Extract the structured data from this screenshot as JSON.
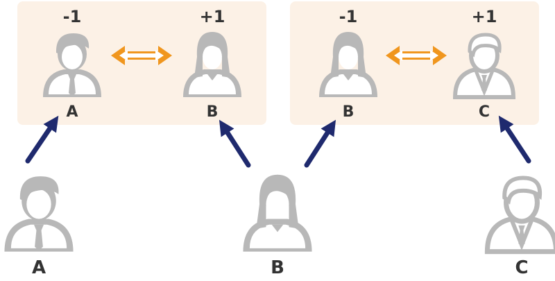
{
  "colors": {
    "panel": "#fcf1e6",
    "person_fill": "#b8b8b8",
    "person_outline": "#b8b8b8",
    "swap_arrow": "#f0961e",
    "pointer_arrow": "#1f2a6e",
    "text": "#333333"
  },
  "pairs": [
    {
      "left": {
        "score": "-1",
        "label": "A",
        "icon": "man-icon"
      },
      "right": {
        "score": "+1",
        "label": "B",
        "icon": "woman-icon"
      },
      "swap_icon": "double-arrow-icon"
    },
    {
      "left": {
        "score": "-1",
        "label": "B",
        "icon": "woman-icon"
      },
      "right": {
        "score": "+1",
        "label": "C",
        "icon": "old-man-icon"
      },
      "swap_icon": "double-arrow-icon"
    }
  ],
  "people": [
    {
      "label": "A",
      "icon": "man-icon"
    },
    {
      "label": "B",
      "icon": "woman-icon"
    },
    {
      "label": "C",
      "icon": "old-man-icon"
    }
  ]
}
